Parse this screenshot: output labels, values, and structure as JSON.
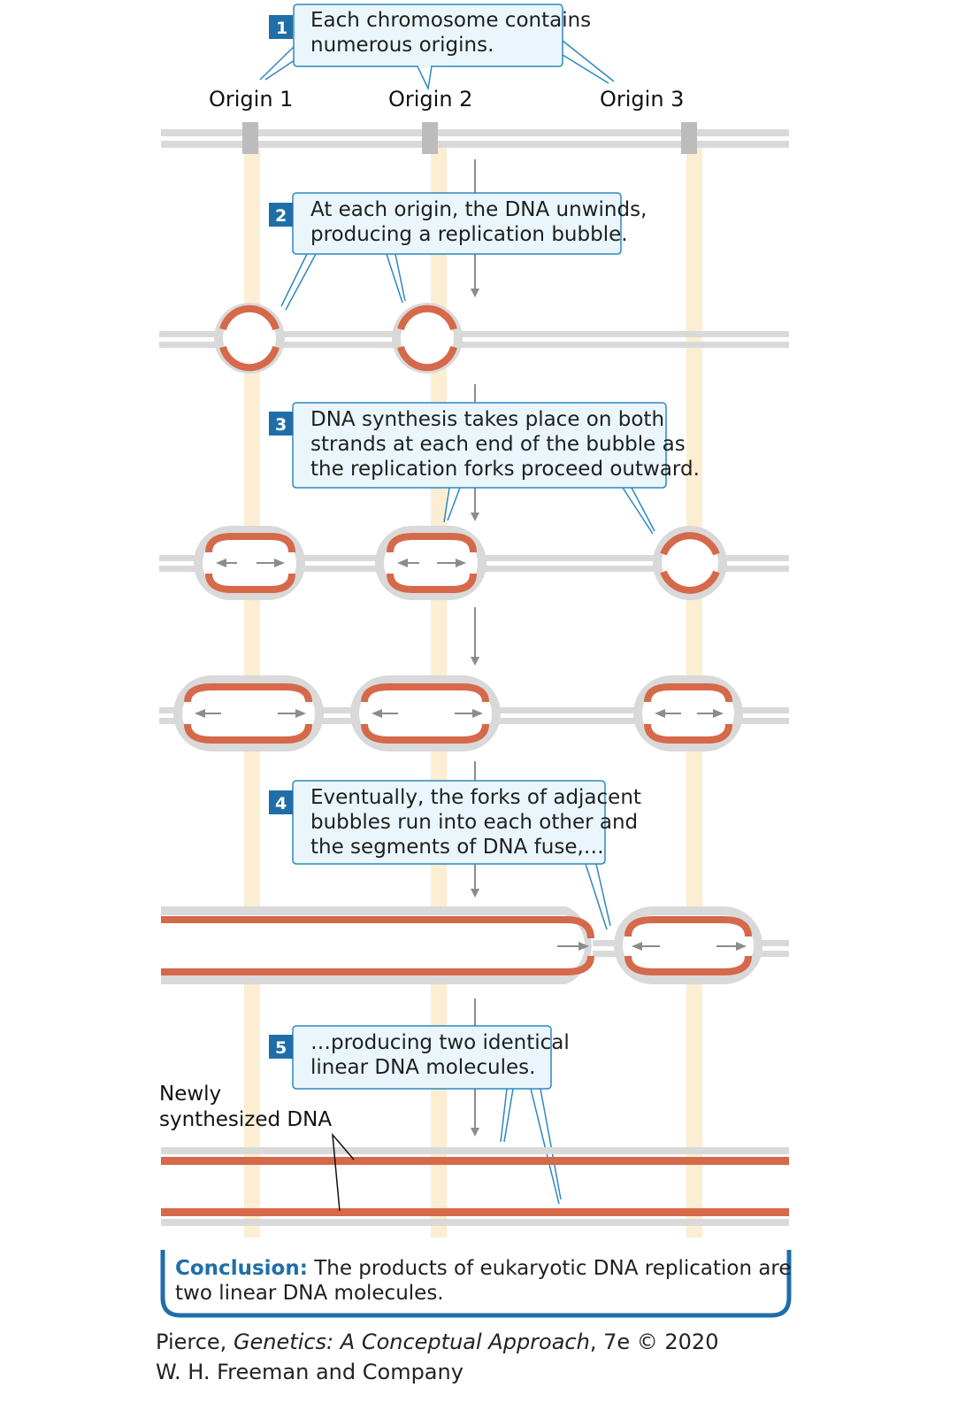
{
  "colors": {
    "dna": "#d9d9d9",
    "dna_dark": "#c4c4c4",
    "origin_marker": "#bcbcbc",
    "new_strand": "#d5694a",
    "origin_column": "#fbeed2",
    "callout_fill": "#eaf6fb",
    "callout_border": "#2c88c0",
    "step_badge": "#1f6ea8",
    "arrow": "#8c8c8c",
    "conclusion_accent": "#1f6ea8"
  },
  "origins": [
    {
      "label": "Origin 1"
    },
    {
      "label": "Origin 2"
    },
    {
      "label": "Origin 3"
    }
  ],
  "steps": [
    {
      "number": "1",
      "lines": [
        "Each chromosome contains",
        "numerous origins."
      ]
    },
    {
      "number": "2",
      "lines": [
        "At each origin, the DNA unwinds,",
        "producing a replication bubble."
      ]
    },
    {
      "number": "3",
      "lines": [
        "DNA synthesis takes place on both",
        "strands at each end of the bubble as",
        "the replication forks proceed outward."
      ]
    },
    {
      "number": "4",
      "lines": [
        "Eventually, the forks of adjacent",
        "bubbles run into each other and",
        "the segments of DNA fuse,…"
      ]
    },
    {
      "number": "5",
      "lines": [
        "…producing two identical",
        "linear DNA molecules."
      ]
    }
  ],
  "side_label": {
    "lines": [
      "Newly",
      "synthesized DNA"
    ]
  },
  "conclusion": {
    "heading": "Conclusion:",
    "line1": " The products of eukaryotic DNA replication are",
    "line2": "two linear DNA molecules."
  },
  "credit": {
    "author": "Pierce, ",
    "title": "Genetics: A Conceptual Approach",
    "edition": ", 7e © 2020",
    "publisher": "W. H. Freeman and Company"
  }
}
